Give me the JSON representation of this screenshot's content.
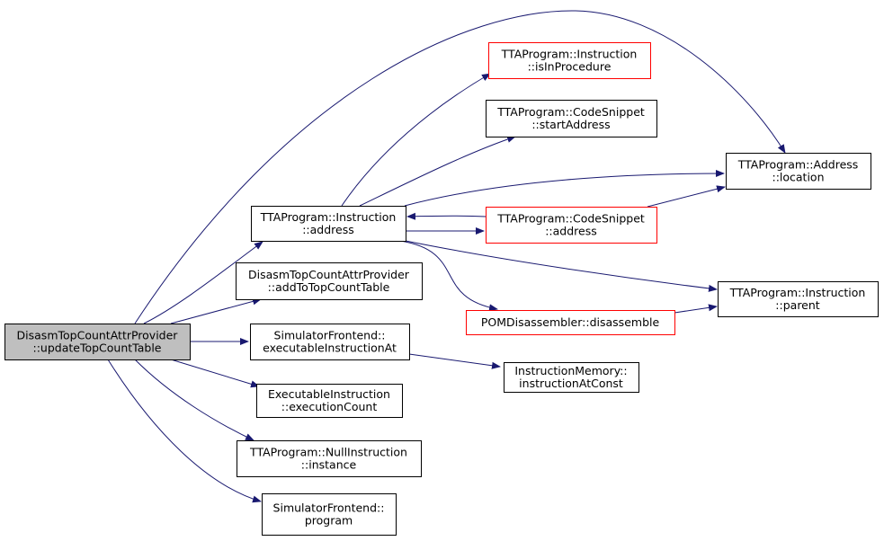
{
  "colors": {
    "edge": "#191970",
    "root_fill": "#bfbfbf",
    "box_border": "#000000",
    "truncated_border": "#ff0000",
    "background": "#ffffff"
  },
  "nodes": [
    {
      "id": "root",
      "lines": [
        "DisasmTopCountAttrProvider",
        "::updateTopCountTable"
      ],
      "style": "root"
    },
    {
      "id": "instr_address",
      "lines": [
        "TTAProgram::Instruction",
        "::address"
      ],
      "style": "normal"
    },
    {
      "id": "add_top",
      "lines": [
        "DisasmTopCountAttrProvider",
        "::addToTopCountTable"
      ],
      "style": "normal"
    },
    {
      "id": "exec_instr_at",
      "lines": [
        "SimulatorFrontend::",
        "executableInstructionAt"
      ],
      "style": "normal"
    },
    {
      "id": "exec_count",
      "lines": [
        "ExecutableInstruction",
        "::executionCount"
      ],
      "style": "normal"
    },
    {
      "id": "null_instance",
      "lines": [
        "TTAProgram::NullInstruction",
        "::instance"
      ],
      "style": "normal"
    },
    {
      "id": "sim_program",
      "lines": [
        "SimulatorFrontend::",
        "program"
      ],
      "style": "normal"
    },
    {
      "id": "is_in_proc",
      "lines": [
        "TTAProgram::Instruction",
        "::isInProcedure"
      ],
      "style": "truncated"
    },
    {
      "id": "start_addr",
      "lines": [
        "TTAProgram::CodeSnippet",
        "::startAddress"
      ],
      "style": "normal"
    },
    {
      "id": "snippet_addr",
      "lines": [
        "TTAProgram::CodeSnippet",
        "::address"
      ],
      "style": "truncated"
    },
    {
      "id": "pom_disasm",
      "lines": [
        "POMDisassembler::disassemble"
      ],
      "style": "truncated"
    },
    {
      "id": "instr_mem",
      "lines": [
        "InstructionMemory::",
        "instructionAtConst"
      ],
      "style": "normal"
    },
    {
      "id": "addr_location",
      "lines": [
        "TTAProgram::Address",
        "::location"
      ],
      "style": "normal"
    },
    {
      "id": "instr_parent",
      "lines": [
        "TTAProgram::Instruction",
        "::parent"
      ],
      "style": "normal"
    }
  ],
  "edges": [
    {
      "from": "root",
      "to": "addr_location"
    },
    {
      "from": "root",
      "to": "instr_address"
    },
    {
      "from": "root",
      "to": "add_top"
    },
    {
      "from": "root",
      "to": "exec_instr_at"
    },
    {
      "from": "root",
      "to": "exec_count"
    },
    {
      "from": "root",
      "to": "null_instance"
    },
    {
      "from": "root",
      "to": "sim_program"
    },
    {
      "from": "instr_address",
      "to": "is_in_proc"
    },
    {
      "from": "instr_address",
      "to": "start_addr"
    },
    {
      "from": "instr_address",
      "to": "addr_location"
    },
    {
      "from": "instr_address",
      "to": "snippet_addr"
    },
    {
      "from": "snippet_addr",
      "to": "instr_address"
    },
    {
      "from": "snippet_addr",
      "to": "addr_location"
    },
    {
      "from": "instr_address",
      "to": "instr_parent"
    },
    {
      "from": "instr_address",
      "to": "pom_disasm"
    },
    {
      "from": "pom_disasm",
      "to": "instr_parent"
    },
    {
      "from": "exec_instr_at",
      "to": "instr_mem"
    }
  ]
}
